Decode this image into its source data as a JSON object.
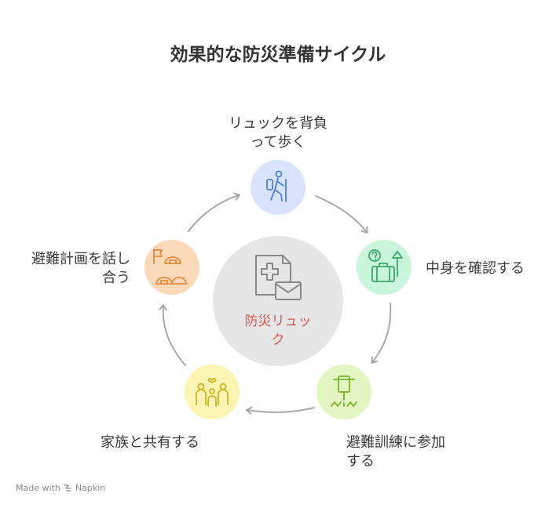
{
  "title": "効果的な防災準備サイクル",
  "center": {
    "label": "防災リュッ\nク",
    "icon": "first-aid-doc-icon",
    "fill": "#e6e6e6",
    "text_color": "#e05555"
  },
  "steps": [
    {
      "label": "リュックを背負\nって歩く",
      "icon": "hiker-icon",
      "color": "#d8e4fc",
      "stroke": "#4f7fd9"
    },
    {
      "label": "中身を確認する",
      "icon": "luggage-question-icon",
      "color": "#c9f5dc",
      "stroke": "#3aa868"
    },
    {
      "label": "避難訓練に参加\nする",
      "icon": "jackhammer-icon",
      "color": "#e3f6c2",
      "stroke": "#7ab02d"
    },
    {
      "label": "家族と共有する",
      "icon": "family-icon",
      "color": "#fbf4b3",
      "stroke": "#c9b622"
    },
    {
      "label": "避難計画を話し\n合う",
      "icon": "flag-shelter-icon",
      "color": "#fcd9b9",
      "stroke": "#e58a3c"
    }
  ],
  "arrow_color": "#a8a8a8",
  "footer": {
    "prefix": "Made with",
    "brand": "Napkin"
  }
}
